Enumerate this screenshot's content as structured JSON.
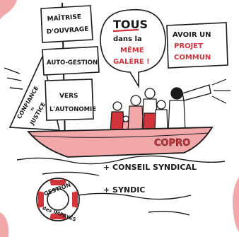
{
  "signs": {
    "sign1": [
      "MAÎTRISE",
      "D'OUVRAGE"
    ],
    "sign2": "AUTO-GESTION",
    "sign3": [
      "VERS",
      "L'AUTONOMIE"
    ]
  },
  "speech": {
    "line1": "TOUS",
    "line2": "dans la",
    "line3": "MÊME",
    "line4": "GALÈRE !"
  },
  "goal": {
    "line1": "AVOIR UN",
    "line2": "PROJET",
    "line3": "COMMUN"
  },
  "sail": {
    "line1": "CONFIANCE",
    "line2": "=",
    "line3": "JUSTICE"
  },
  "boat": {
    "label": "COPRO"
  },
  "bullets": {
    "item1": "+ CONSEIL SYNDICAL",
    "item2": "+ SYNDIC"
  },
  "lifebuoy": {
    "top": "GESTION",
    "bottom": "des IMPAYÉS"
  },
  "colors": {
    "accent": "#d2343b",
    "pink": "#f2a7a9",
    "ink": "#1a1a1a"
  }
}
